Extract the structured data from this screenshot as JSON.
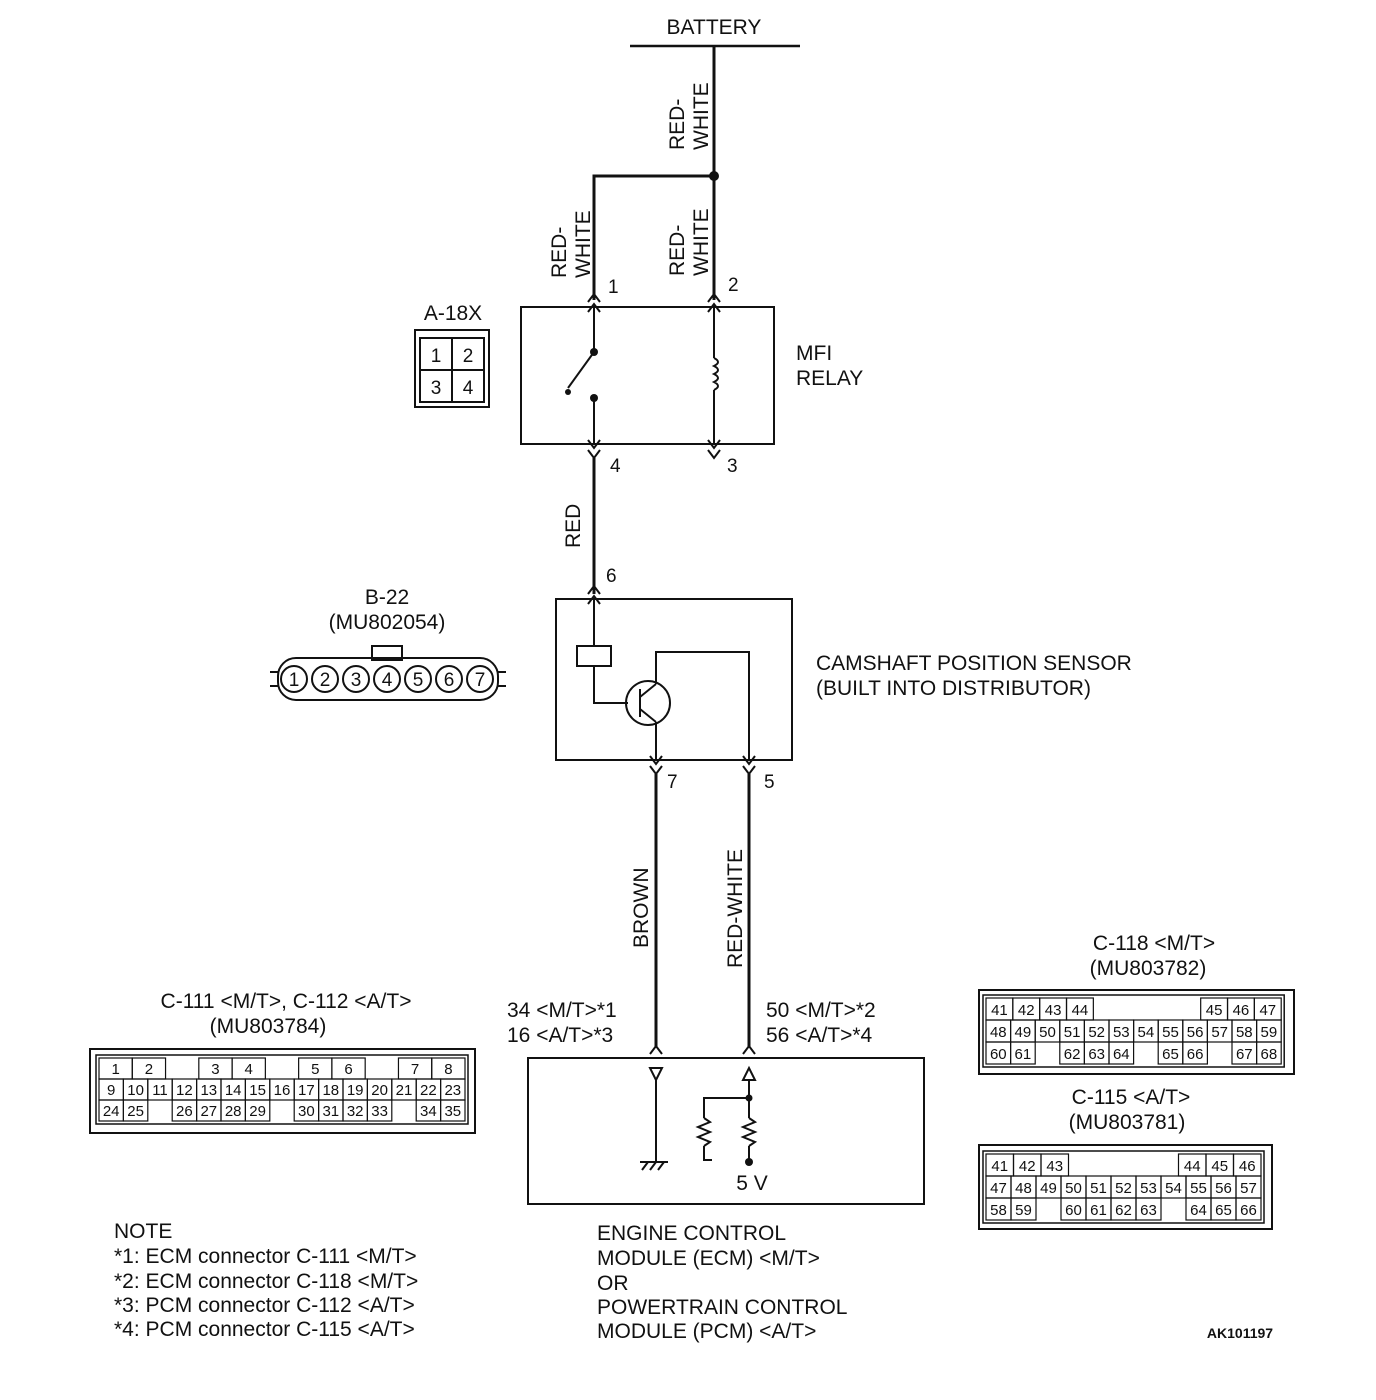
{
  "battery": {
    "label": "BATTERY"
  },
  "wires": {
    "battery_feed": "RED-\nWHITE",
    "relay_pin1": "RED-\nWHITE",
    "relay_pin2": "RED-\nWHITE",
    "relay_to_sensor": "RED",
    "sensor_pin7": "BROWN",
    "sensor_pin5": "RED-WHITE"
  },
  "relay": {
    "line1": "MFI",
    "line2": "RELAY",
    "pins": {
      "p1": "1",
      "p2": "2",
      "p3": "3",
      "p4": "4"
    }
  },
  "relay_connector": {
    "id": "A-18X",
    "cells": [
      "1",
      "2",
      "3",
      "4"
    ]
  },
  "sensor": {
    "line1": "CAMSHAFT POSITION SENSOR",
    "line2": "(BUILT INTO DISTRIBUTOR)",
    "pins": {
      "p6": "6",
      "p7": "7",
      "p5": "5"
    }
  },
  "sensor_connector": {
    "id": "B-22",
    "part": "(MU802054)",
    "pins": [
      "1",
      "2",
      "3",
      "4",
      "5",
      "6",
      "7"
    ]
  },
  "ecm": {
    "pin_left_line1": "34 <M/T>*1",
    "pin_left_line2": "16 <A/T>*3",
    "pin_right_line1": "50 <M/T>*2",
    "pin_right_line2": "56 <A/T>*4",
    "voltage": "5 V",
    "name_lines": [
      "ENGINE CONTROL",
      "MODULE (ECM) <M/T>",
      "OR",
      "POWERTRAIN CONTROL",
      "MODULE (PCM) <A/T>"
    ]
  },
  "connector_c111": {
    "title": "C-111 <M/T>, C-112 <A/T>",
    "part": "(MU803784)",
    "row1": [
      "1",
      "2",
      "",
      "3",
      "4",
      "",
      "5",
      "6",
      "",
      "7",
      "8"
    ],
    "row2": [
      "9",
      "10",
      "11",
      "12",
      "13",
      "14",
      "15",
      "16",
      "17",
      "18",
      "19",
      "20",
      "21",
      "22",
      "23"
    ],
    "row3": [
      "24",
      "25",
      "",
      "26",
      "27",
      "28",
      "29",
      "",
      "30",
      "31",
      "32",
      "33",
      "",
      "34",
      "35"
    ]
  },
  "connector_c118": {
    "title": "C-118 <M/T>",
    "part": "(MU803782)",
    "row1": [
      "41",
      "42",
      "43",
      "44",
      "",
      "",
      "",
      "",
      "45",
      "46",
      "47"
    ],
    "row2": [
      "48",
      "49",
      "50",
      "51",
      "52",
      "53",
      "54",
      "55",
      "56",
      "57",
      "58",
      "59"
    ],
    "row3": [
      "60",
      "61",
      "",
      "62",
      "63",
      "64",
      "",
      "65",
      "66",
      "",
      "67",
      "68"
    ]
  },
  "connector_c115": {
    "title": "C-115 <A/T>",
    "part": "(MU803781)",
    "row1": [
      "41",
      "42",
      "43",
      "",
      "",
      "",
      "",
      "44",
      "45",
      "46"
    ],
    "row2": [
      "47",
      "48",
      "49",
      "50",
      "51",
      "52",
      "53",
      "54",
      "55",
      "56",
      "57"
    ],
    "row3": [
      "58",
      "59",
      "",
      "60",
      "61",
      "62",
      "63",
      "",
      "64",
      "65",
      "66"
    ]
  },
  "note": {
    "heading": "NOTE",
    "lines": [
      "*1: ECM connector C-111 <M/T>",
      "*2: ECM connector C-118 <M/T>",
      "*3: PCM connector C-112 <A/T>",
      "*4: PCM connector C-115 <A/T>"
    ]
  },
  "figure_id": "AK101197"
}
